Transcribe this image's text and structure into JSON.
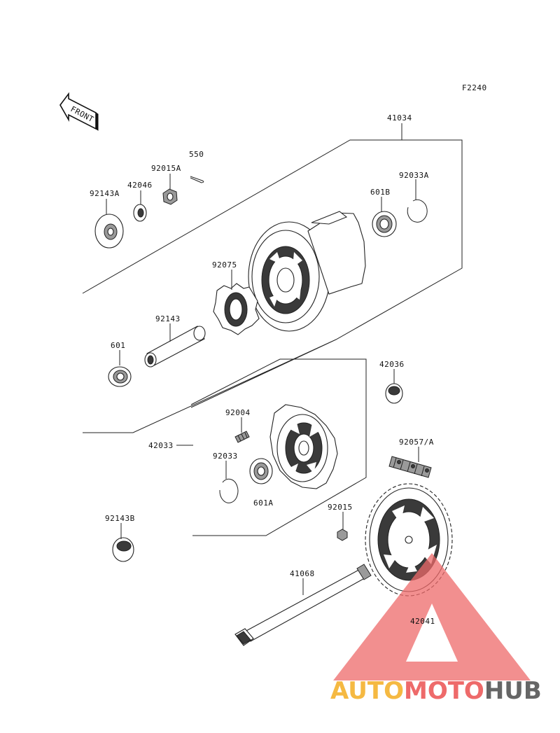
{
  "figure_code": "F2240",
  "front_label": "FRONT",
  "parts": {
    "p41034": "41034",
    "p92033A": "92033A",
    "p601B": "601B",
    "p550": "550",
    "p92015A": "92015A",
    "p42046": "42046",
    "p92143A": "92143A",
    "p92075": "92075",
    "p92143": "92143",
    "p601": "601",
    "p42036": "42036",
    "p92004": "92004",
    "p42033": "42033",
    "p92033": "92033",
    "p601A": "601A",
    "p92057A": "92057/A",
    "p92015": "92015",
    "p92143B": "92143B",
    "p41068": "41068",
    "p42041": "42041"
  },
  "watermark": {
    "part1": "AUTO",
    "part2": "MOTO",
    "part3": "HUB",
    "color_auto": "#f5b942",
    "color_moto": "#ee6a6a",
    "color_hub": "#666666"
  }
}
